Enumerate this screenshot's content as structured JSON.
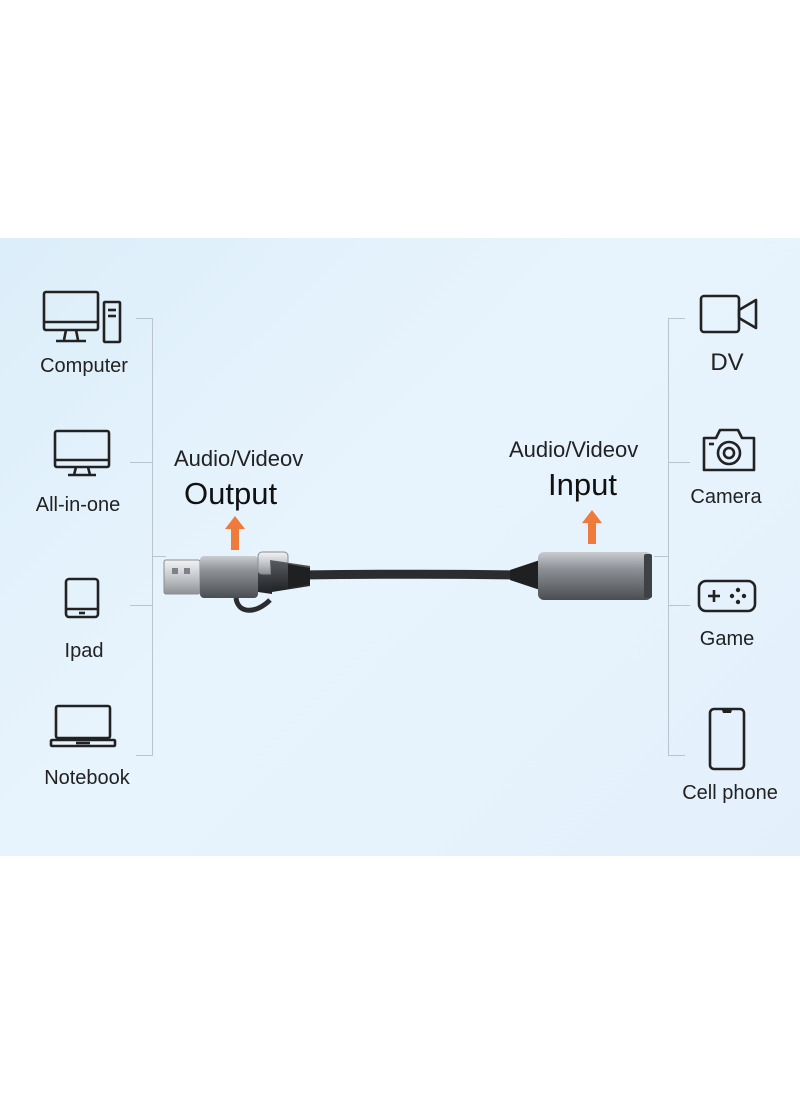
{
  "left_devices": [
    {
      "label": "Computer",
      "icon": "desktop-computer-icon"
    },
    {
      "label": "All-in-one",
      "icon": "all-in-one-monitor-icon"
    },
    {
      "label": "Ipad",
      "icon": "tablet-icon"
    },
    {
      "label": "Notebook",
      "icon": "laptop-icon"
    }
  ],
  "right_devices": [
    {
      "label": "DV",
      "icon": "video-camera-icon"
    },
    {
      "label": "Camera",
      "icon": "photo-camera-icon"
    },
    {
      "label": "Game",
      "icon": "gamepad-icon"
    },
    {
      "label": "Cell phone",
      "icon": "cell-phone-icon"
    }
  ],
  "output": {
    "small": "Audio/Videov",
    "big": "Output"
  },
  "input": {
    "small": "Audio/Videov",
    "big": "Input"
  },
  "colors": {
    "arrow": "#f07a3c",
    "background": "#e3f0fb",
    "bracket": "#b9c4cc"
  }
}
